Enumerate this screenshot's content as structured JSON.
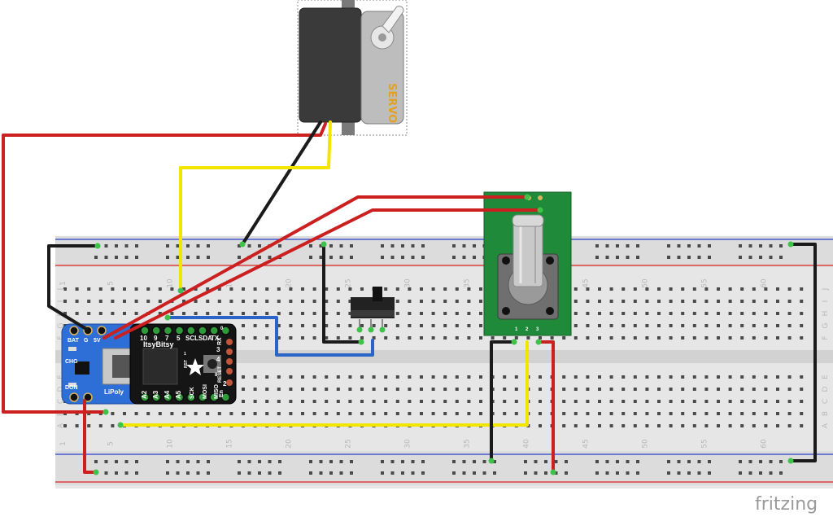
{
  "servo": {
    "label": "SERVO"
  },
  "itsybitsy": {
    "name": "ItsyBitsy",
    "top_pins": [
      "10",
      "9",
      "7",
      "5",
      "SCL",
      "SDA",
      "TX",
      "RX"
    ],
    "bottom_pins": [
      "A2",
      "A3",
      "A4",
      "A5",
      "SCK",
      "MOSI",
      "MISO"
    ],
    "right_labels": [
      "3",
      "4",
      "RESET",
      "2",
      "En"
    ],
    "misc_labels": [
      "0",
      "1",
      "RST",
      "8"
    ]
  },
  "lipoly": {
    "labels": [
      "BAT",
      "G",
      "5V",
      "CHG",
      "DON",
      "LiPoly"
    ]
  },
  "breadboard": {
    "row_letters_bottom": [
      "F",
      "G",
      "H",
      "I",
      "J"
    ],
    "row_letters_top": [
      "A",
      "B",
      "C",
      "D",
      "E"
    ],
    "column_numbers": [
      "1",
      "5",
      "10",
      "15",
      "20",
      "25",
      "30",
      "35",
      "40",
      "45",
      "50",
      "55",
      "60"
    ]
  },
  "pot": {
    "pin_labels": [
      "1",
      "2",
      "3"
    ]
  },
  "branding": {
    "text": "fritzing"
  },
  "colors": {
    "wire_red": "#cc1f1f",
    "wire_black": "#1a1a1a",
    "wire_yellow": "#f2e600",
    "wire_blue": "#2a64c8",
    "pcb_green": "#1f8a3a",
    "board_black": "#151515",
    "lipoly_blue": "#2d6fd6"
  }
}
